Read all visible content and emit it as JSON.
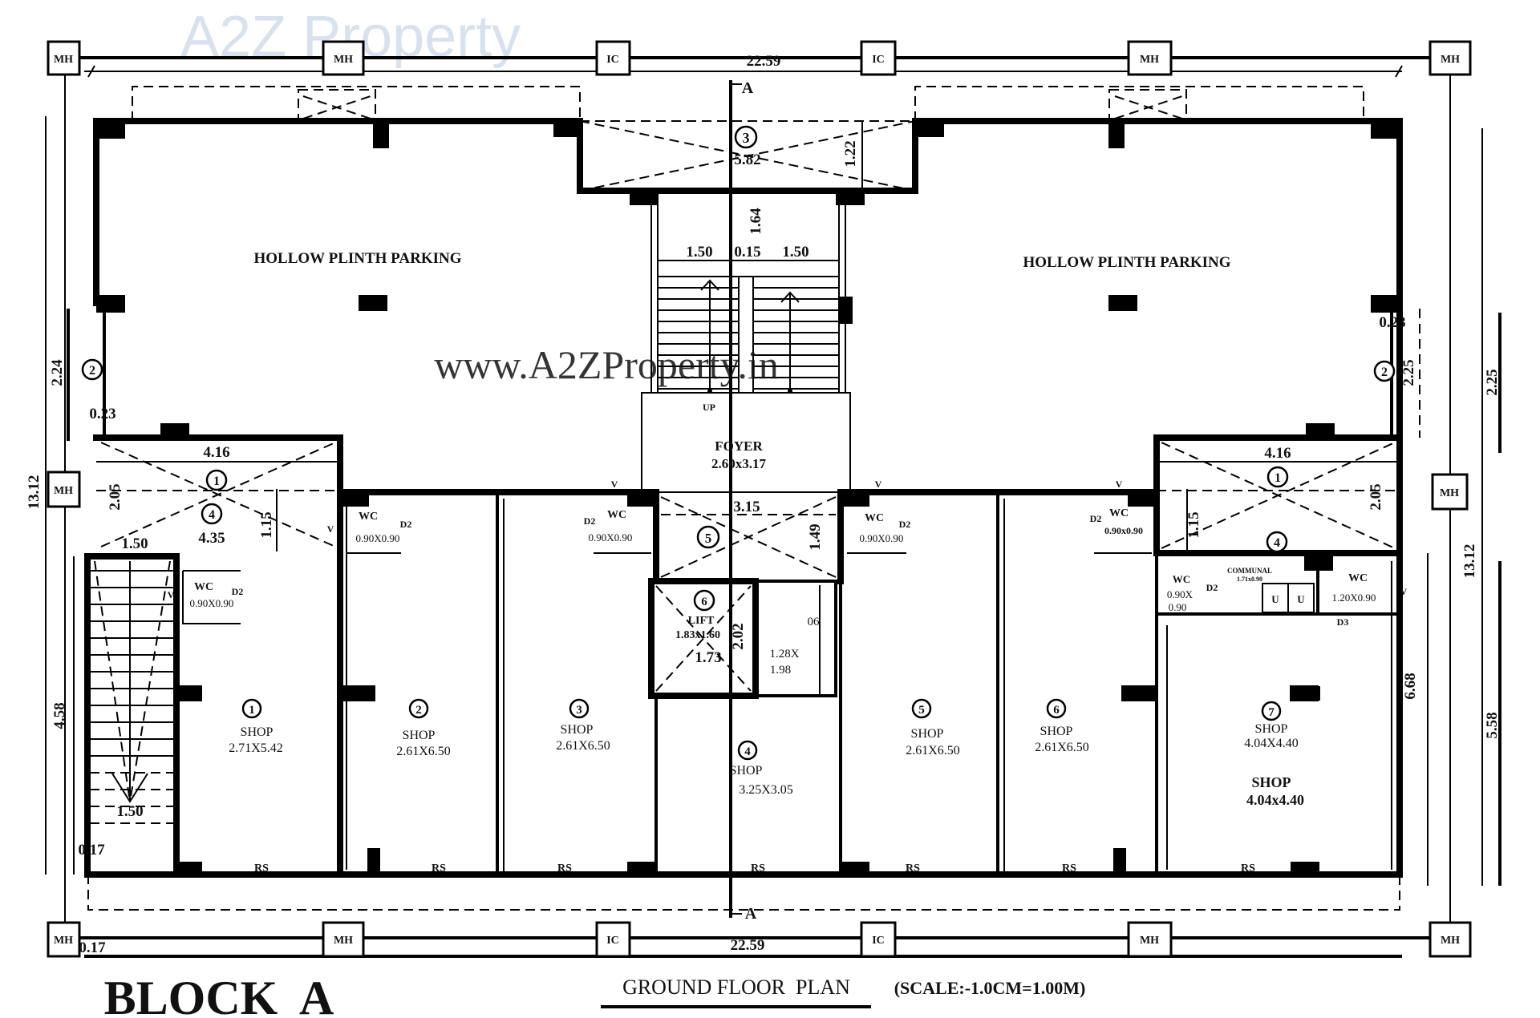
{
  "watermarks": {
    "brand": "A2Z Property",
    "url": "www.A2ZProperty.in"
  },
  "colors": {
    "brand_red": "#f2a3a3",
    "brand_green": "#9fd6a8",
    "brand_blue": "#a9c4ef",
    "brand_yellow": "#f5dc8a",
    "lines": "#000000",
    "watermark_gray": "#d4d4d4"
  },
  "title": {
    "block": "BLOCK  A",
    "plan": "GROUND FLOOR  PLAN",
    "scale": "(SCALE:-1.0CM=1.00M)"
  },
  "section_marker": "A",
  "boundary": {
    "manhole": "MH",
    "inspection_chamber": "IC"
  },
  "dimensions": {
    "overall_width_top": "22.59",
    "overall_width_bottom": "22.59",
    "overall_depth_left": "13.12",
    "overall_depth_right": "13.12",
    "left_setback_upper": "2.24",
    "left_offset": "0.23",
    "left_lower": "4.58",
    "right_setback_upper": "2.25",
    "right_inner_upper": "2.25",
    "right_offset": "0.23",
    "right_inner_lower": "6.68",
    "right_lower": "5.58",
    "corner_offset": "0.17",
    "stair_bottom_offset": "0.17",
    "stair_width": "1.50",
    "stair_top": "1.50"
  },
  "parking": {
    "label": "HOLLOW PLINTH PARKING"
  },
  "balcony_top": {
    "number": "3",
    "width": "5.82",
    "depth": "1.22"
  },
  "stair": {
    "flight_left": "1.50",
    "gap": "0.15",
    "flight_right": "1.50",
    "landing": "1.64",
    "up": "UP"
  },
  "foyer": {
    "label": "FOYER",
    "size": "2.60x3.17"
  },
  "lobby": {
    "number": "5",
    "width": "3.15",
    "depth": "1.49"
  },
  "lift": {
    "number": "6",
    "label": "LIFT",
    "size": "1.83x1.60",
    "width": "1.73",
    "depth": "2.02"
  },
  "duct": {
    "code": "06",
    "size_line1": "1.28X",
    "size_line2": "1.98"
  },
  "left_projection": {
    "number_top": "1",
    "number_bottom": "4",
    "width": "4.16",
    "length": "4.35",
    "depth": "2.05",
    "inner": "1.15",
    "side_number": "2"
  },
  "right_projection": {
    "number_top": "1",
    "number_bottom": "4",
    "width": "4.16",
    "depth": "2.05",
    "inner": "1.15",
    "side_number": "2"
  },
  "wc": {
    "label": "WC",
    "door": "D2",
    "size": "0.90X0.90",
    "size_alt": "0.90x0.90",
    "size_split_1": "0.90X",
    "size_split_2": "0.90",
    "large_size": "1.20X0.90",
    "vent": "V",
    "communal_label": "COMMUNAL",
    "communal_size": "1.71x0.90",
    "urinal": "U",
    "door_d3": "D3"
  },
  "rolling_shutter": "RS",
  "shops": [
    {
      "number": "1",
      "label": "SHOP",
      "size": "2.71X5.42"
    },
    {
      "number": "2",
      "label": "SHOP",
      "size": "2.61X6.50"
    },
    {
      "number": "3",
      "label": "SHOP",
      "size": "2.61X6.50"
    },
    {
      "number": "4",
      "label": "SHOP",
      "size": "3.25X3.05"
    },
    {
      "number": "5",
      "label": "SHOP",
      "size": "2.61X6.50"
    },
    {
      "number": "6",
      "label": "SHOP",
      "size": "2.61X6.50"
    },
    {
      "number": "7",
      "label": "SHOP",
      "size": "4.04X4.40",
      "label_bold": "SHOP",
      "size_bold": "4.04x4.40"
    }
  ]
}
